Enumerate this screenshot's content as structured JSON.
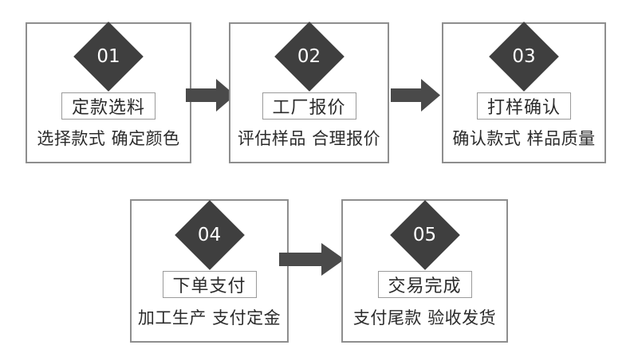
{
  "diagram": {
    "type": "process-flowchart",
    "title": "",
    "background_color": "#ffffff",
    "box_border_color": "#8e8e8e",
    "badge_color": "#3f3f3f",
    "badge_text_color": "#ffffff",
    "arrow_color": "#4a4a4a",
    "chip_border_color": "#9a9a9a",
    "text_color": "#2b2b2b",
    "steps": [
      {
        "number": "01",
        "title": "定款选料",
        "description": "选择款式 确定颜色"
      },
      {
        "number": "02",
        "title": "工厂报价",
        "description": "评估样品 合理报价"
      },
      {
        "number": "03",
        "title": "打样确认",
        "description": "确认款式 样品质量"
      },
      {
        "number": "04",
        "title": "下单支付",
        "description": "加工生产 支付定金"
      },
      {
        "number": "05",
        "title": "交易完成",
        "description": "支付尾款 验收发货"
      }
    ],
    "connectors": [
      {
        "name": "arrow-01-to-02",
        "from": "01",
        "to": "02",
        "direction": "right"
      },
      {
        "name": "arrow-02-to-03",
        "from": "02",
        "to": "03",
        "direction": "right"
      },
      {
        "name": "arrow-04-to-05",
        "from": "04",
        "to": "05",
        "direction": "right"
      }
    ]
  }
}
